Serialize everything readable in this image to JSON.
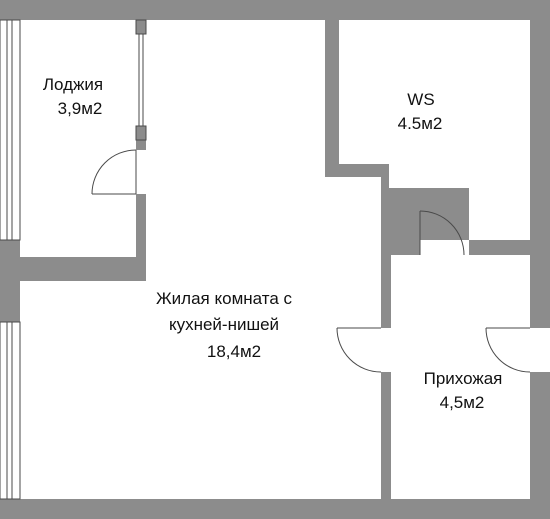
{
  "colors": {
    "wall": "#8c8c8c",
    "floor": "#ffffff",
    "line": "#4a4a4a",
    "text": "#111111"
  },
  "rooms": {
    "loggia": {
      "name": "Лоджия",
      "area": "3,9м2"
    },
    "wc": {
      "name": "WS",
      "area": "4.5м2"
    },
    "living": {
      "line1": "Жилая комната с",
      "line2": "кухней-нишей",
      "area": "18,4м2"
    },
    "hallway": {
      "name": "Прихожая",
      "area": "4,5м2"
    }
  }
}
